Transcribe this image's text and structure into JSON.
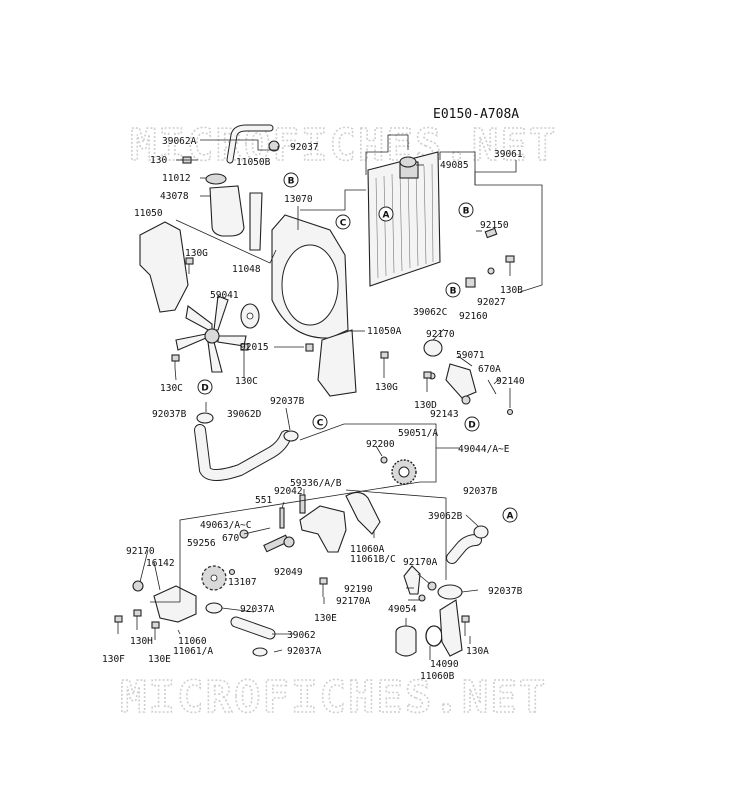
{
  "diagram_code": "E0150-A708A",
  "watermark": "MICROFICHES.NET",
  "labels": {
    "l39062A": "39062A",
    "l92037": "92037",
    "l130a": "130",
    "l11050B": "11050B",
    "l11012": "11012",
    "l43078": "43078",
    "l11050": "11050",
    "l13070": "13070",
    "l49085": "49085",
    "l39061": "39061",
    "l92150": "92150",
    "l130G1": "130G",
    "l11048": "11048",
    "l59041": "59041",
    "l92027": "92027",
    "l130B": "130B",
    "l92160": "92160",
    "l39062C": "39062C",
    "l92170a": "92170",
    "l11050A": "11050A",
    "l92015": "92015",
    "l59071": "59071",
    "l670A": "670A",
    "l92140": "92140",
    "l130C1": "130C",
    "l130C2": "130C",
    "l130G2": "130G",
    "l130D": "130D",
    "l92143": "92143",
    "l92037B1": "92037B",
    "l39062D": "39062D",
    "l92037B2": "92037B",
    "l59051": "59051/A",
    "l92200": "92200",
    "l49044": "49044/A~E",
    "l59336": "59336/A/B",
    "l92042": "92042",
    "l551": "551",
    "l49063": "49063/A~C",
    "l670": "670",
    "l59256": "59256",
    "l13107": "13107",
    "l92049": "92049",
    "l11060A": "11060A",
    "l11061BC": "11061B/C",
    "l92037B3": "92037B",
    "l39062B": "39062B",
    "l92170b": "92170",
    "l16142": "16142",
    "l92170A1": "92170A",
    "l92190": "92190",
    "l92170A2": "92170A",
    "l130E1": "130E",
    "l92037A1": "92037A",
    "l92037B4": "92037B",
    "l49054": "49054",
    "l39062": "39062",
    "l11060": "11060",
    "l11061A": "11061/A",
    "l130H": "130H",
    "l130F": "130F",
    "l130E2": "130E",
    "l92037A2": "92037A",
    "l14090": "14090",
    "l11060B": "11060B",
    "l130A": "130A"
  },
  "refs": {
    "refA1": "A",
    "refB1": "B",
    "refC1": "C",
    "refB2": "B",
    "refB3": "B",
    "refD1": "D",
    "refC2": "C",
    "refD2": "D",
    "refA2": "A"
  }
}
